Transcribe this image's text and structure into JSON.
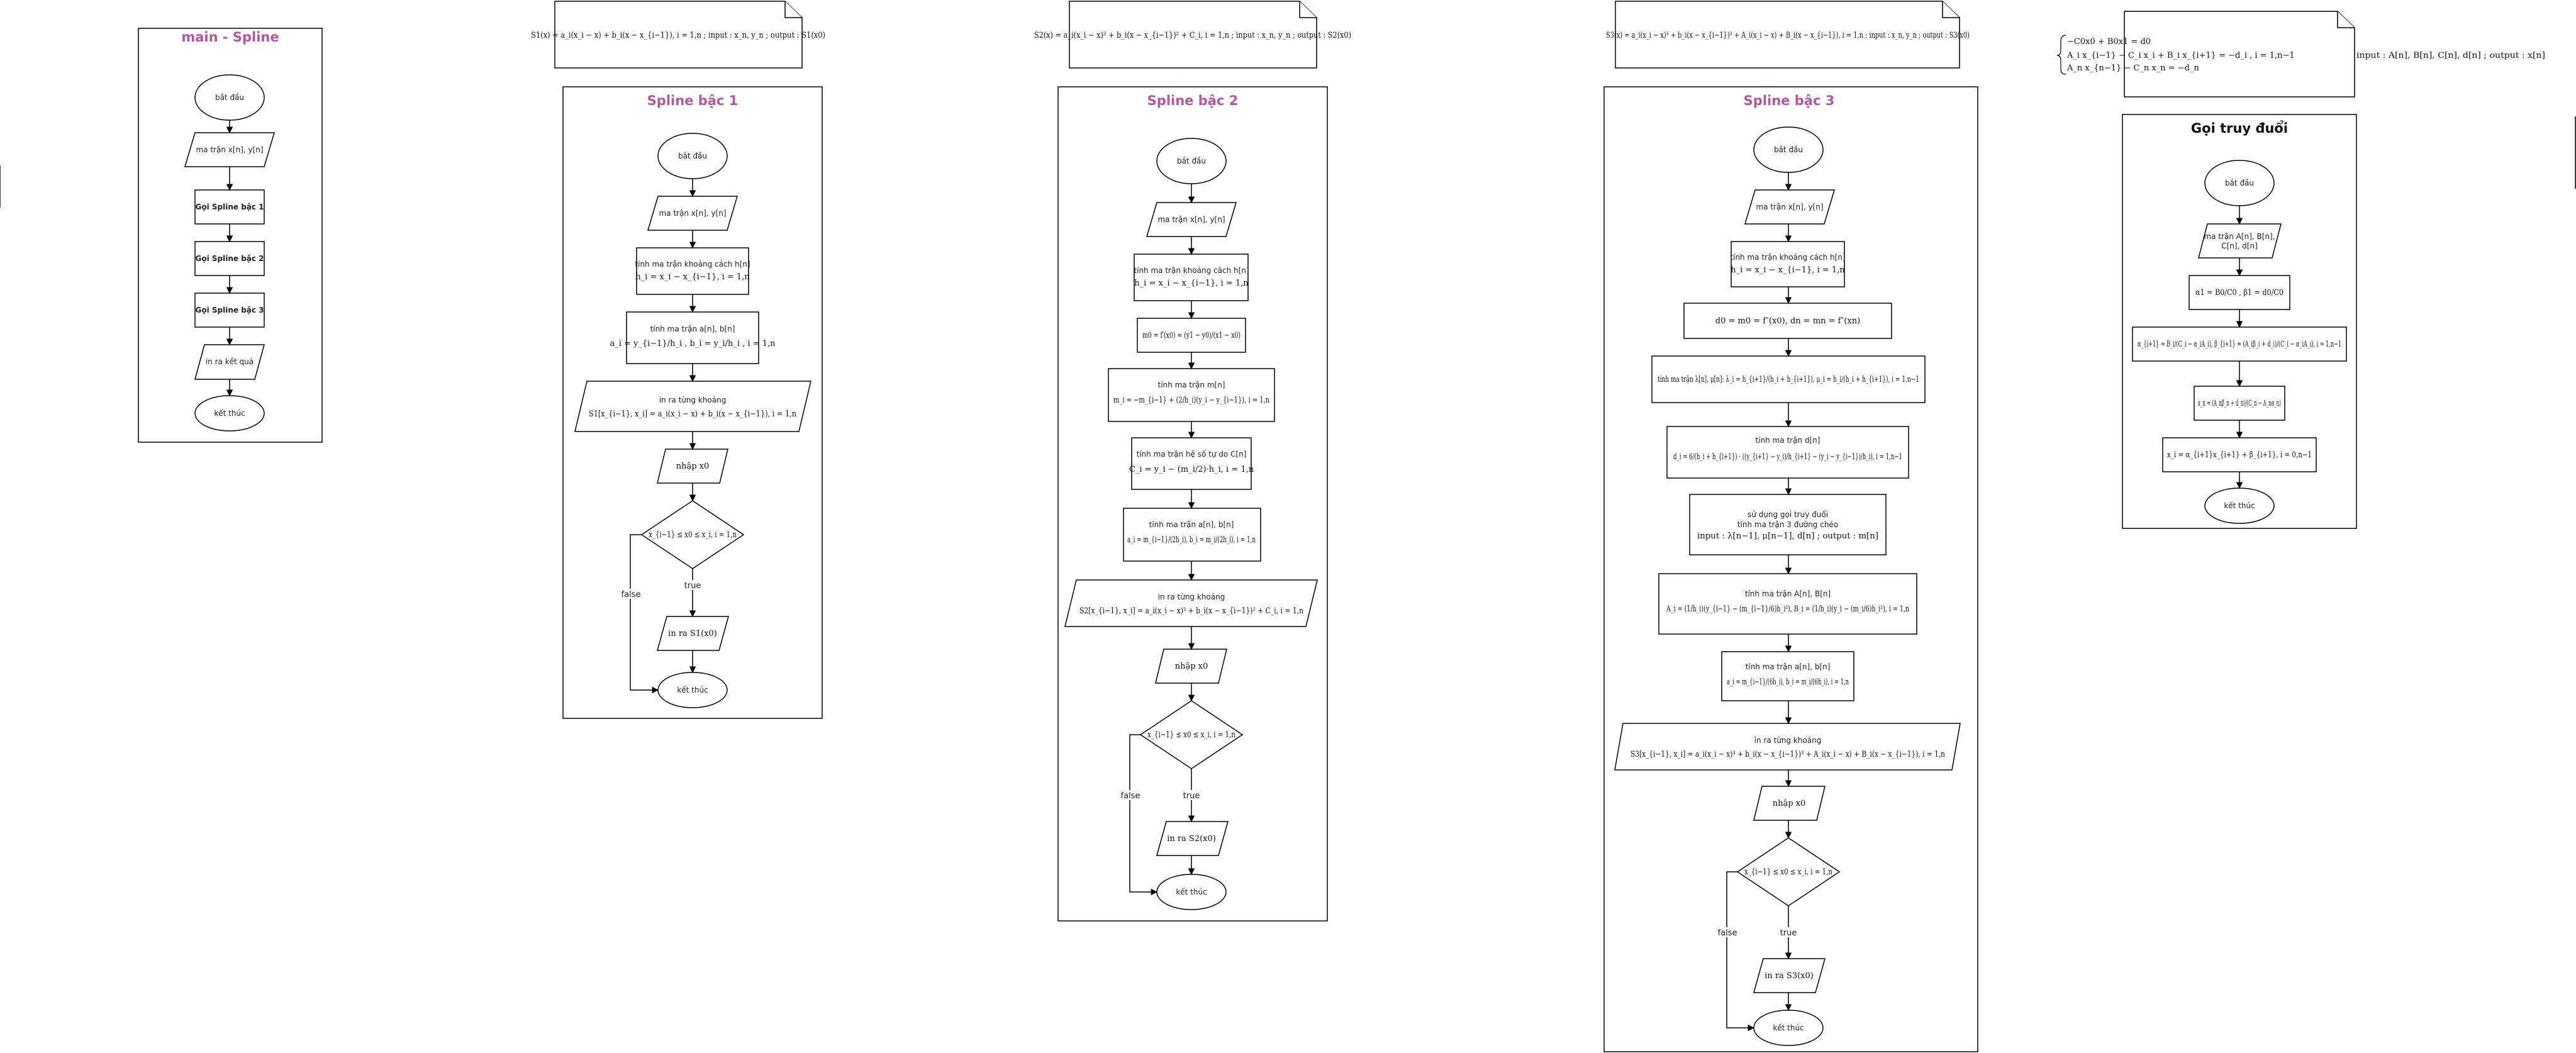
{
  "colors": {
    "title_accent": "#b5579e",
    "stroke": "#000000",
    "background": "#ffffff"
  },
  "main": {
    "title": "main - Spline",
    "start": "bắt đầu",
    "input": "ma trận x[n], y[n]",
    "call1": "Gọi Spline bậc 1",
    "call2": "Gọi Spline bậc 2",
    "call3": "Gọi Spline bậc 3",
    "output": "in ra kết quả",
    "end": "kết thúc"
  },
  "spline1": {
    "title": "Spline bậc 1",
    "note": "S1(x) = a_i(x_i − x) + b_i(x − x_{i−1}), i = 1,n ; input : x_n, y_n ; output : S1(x0)",
    "start": "bắt đầu",
    "input": "ma trận x[n], y[n]",
    "h_label": "tính ma trận khoảng cách h[n]",
    "h_formula": "h_i = x_i − x_{i−1}, i = 1,n",
    "ab_label": "tính ma trận a[n], b[n]",
    "ab_formula": "a_i = y_{i−1}/h_i , b_i = y_i/h_i , i = 1,n",
    "poly_label": "in ra từng khoảng",
    "poly_formula": "S1[x_{i−1}, x_i] = a_i(x_i − x) + b_i(x − x_{i−1}), i = 1,n",
    "read_x0": "nhập x0",
    "cond": "x_{i−1} ≤ x0 ≤ x_i, i = 1,n",
    "print": "in ra S1(x0)",
    "end": "kết thúc",
    "true_label": "true",
    "false_label": "false"
  },
  "spline2": {
    "title": "Spline bậc 2",
    "note": "S2(x) = a_i(x_i − x)² + b_i(x − x_{i−1})² + C_i, i = 1,n ; input : x_n, y_n ; output : S2(x0)",
    "start": "bắt đầu",
    "input": "ma trận x[n], y[n]",
    "h_label": "tính ma trận khoảng cách h[n]",
    "h_formula": "h_i = x_i − x_{i−1}, i = 1,n",
    "m0_formula": "m0 = f′(x0) ≈ (y1 − y0)/(x1 − x0)",
    "m_label": "tính ma trận m[n]",
    "m_formula": "m_i = −m_{i−1} + (2/h_i)(y_i − y_{i−1}), i = 1,n",
    "c_label": "tính ma trận hệ số tự do C[n]",
    "c_formula": "C_i = y_i − (m_i/2)·h_i, i = 1,n",
    "ab_label": "tính ma trận a[n], b[n]",
    "ab_formula": "a_i = m_{i−1}/(2h_i), b_i = m_i/(2h_i), i = 1,n",
    "poly_label": "in ra từng khoảng",
    "poly_formula": "S2[x_{i−1}, x_i] = a_i(x_i − x)² + b_i(x − x_{i−1})² + C_i, i = 1,n",
    "read_x0": "nhập x0",
    "cond": "x_{i−1} ≤ x0 ≤ x_i, i = 1,n",
    "print": "in ra S2(x0)",
    "end": "kết thúc",
    "true_label": "true",
    "false_label": "false"
  },
  "spline3": {
    "title": "Spline bậc 3",
    "note": "S3(x) = a_i(x_i − x)³ + b_i(x − x_{i−1})³ + A_i(x_i − x) + B_i(x − x_{i−1}), i = 1,n ; input : x_n, y_n ; output : S3(x0)",
    "start": "bắt đầu",
    "input": "ma trận x[n], y[n]",
    "h_label": "tính ma trận khoảng cách h[n]",
    "h_formula": "h_i = x_i − x_{i−1}, i = 1,n",
    "boundary": "d0 = m0 = f″(x0), dn = mn = f″(xn)",
    "lm_formula": "tính ma trận λ[n], μ[n]: λ_i = h_{i+1}/(h_i + h_{i+1}), μ_i = h_i/(h_i + h_{i+1}), i = 1,n−1",
    "d_label": "tính ma trận d[n]",
    "d_formula": "d_i = 6/(h_i + h_{i+1}) · ((y_{i+1} − y_i)/h_{i+1} − (y_i − y_{i−1})/h_i), i = 1,n−1",
    "tri_line1": "sử dụng gọi truy đuổi",
    "tri_line2": "tính ma trận 3 đường chéo",
    "tri_line3": "input : λ[n−1], μ[n−1], d[n] ; output : m[n]",
    "AB_label": "tính ma trận A[n], B[n]",
    "AB_formula": "A_i = (1/h_i)(y_{i−1} − (m_{i−1}/6)h_i²), B_i = (1/h_i)(y_i − (m_i/6)h_i²), i = 1,n",
    "ab_label": "tính ma trận a[n], b[n]",
    "ab_formula": "a_i = m_{i−1}/(6h_i), b_i = m_i/(6h_i), i = 1,n",
    "poly_label": "in ra từng khoảng",
    "poly_formula": "S3[x_{i−1}, x_i] = a_i(x_i − x)³ + b_i(x − x_{i−1})³ + A_i(x_i − x) + B_i(x − x_{i−1}), i = 1,n",
    "read_x0": "nhập x0",
    "cond": "x_{i−1} ≤ x0 ≤ x_i, i = 1,n",
    "print": "in ra S3(x0)",
    "end": "kết thúc",
    "true_label": "true",
    "false_label": "false"
  },
  "tridiagonal": {
    "title": "Gọi truy đuổi",
    "note_eq1": "−C0x0 + B0x1 = d0",
    "note_eq2": "A_i x_{i−1} − C_i x_i + B_i x_{i+1} = −d_i ,   i = 1,n−1",
    "note_eq3": "A_n x_{n−1} − C_n x_n = −d_n",
    "note_io": "input : A[n], B[n], C[n], d[n] ; output : x[n]",
    "start": "bắt đầu",
    "input_line1": "ma trận A[n], B[n],",
    "input_line2": "C[n], d[n]",
    "alpha1": "α1 = B0/C0 , β1 = d0/C0",
    "recur": "α_{i+1} = B_i/(C_i − α_iA_i), β_{i+1} = (A_iβ_i + d_i)/(C_i − α_iA_i), i = 1,n−1",
    "xn": "x_n = (A_nβ_n + d_n)/(C_n − A_nα_n)",
    "back": "x_i = α_{i+1}x_{i+1} + β_{i+1}, i = 0,n−1",
    "end": "kết thúc"
  }
}
